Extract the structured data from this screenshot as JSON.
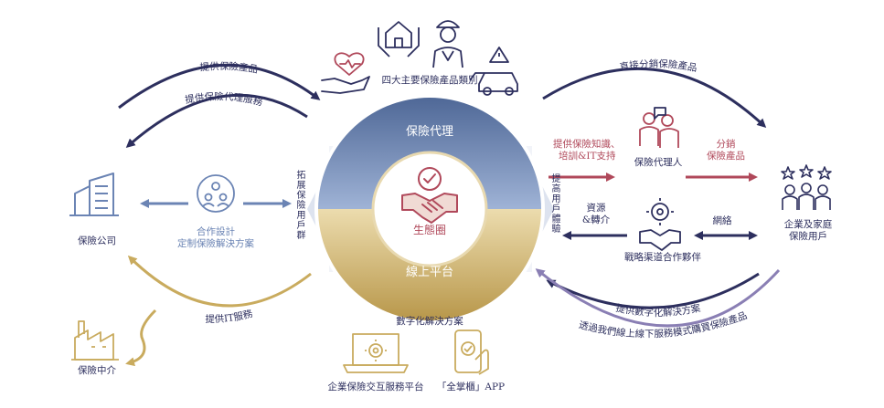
{
  "center": {
    "top_label": "保險代理",
    "middle_label": "生態圈",
    "bottom_label": "線上平台",
    "top_color": "#5f79a8",
    "bottom_color": "#c9ab5e"
  },
  "top_banner": "四大主要保險產品類別",
  "bottom_banner": "數字化解決方案",
  "left_vertical": "拓展保險用戶群",
  "right_vertical": "提高用戶體驗",
  "left": {
    "company": "保險公司",
    "broker": "保險中介",
    "cooperation_line1": "合作設計",
    "cooperation_line2": "定制保險解決方案",
    "arc_top_1": "提供保險產品",
    "arc_top_2": "提供保險代理服務",
    "arc_bottom": "提供IT服務"
  },
  "right": {
    "arc_top": "直接分銷保險產品",
    "support_line1": "提供保險知識、",
    "support_line2": "培訓&IT支持",
    "agent": "保險代理人",
    "distribute_line1": "分銷",
    "distribute_line2": "保險產品",
    "resource_line1": "資源",
    "resource_line2": "&轉介",
    "partner": "戰略渠道合作夥伴",
    "network": "網絡",
    "users_line1": "企業及家庭",
    "users_line2": "保險用戶",
    "arc_bottom_1": "提供數字化解決方案",
    "arc_bottom_2": "透過我們線上線下服務模式購買保險產品"
  },
  "bottom": {
    "platform": "企業保險交互服務平台",
    "app": "「全掌櫃」APP"
  },
  "colors": {
    "navy": "#2d2f5e",
    "blue": "#6b84b4",
    "gold": "#c9ab5e",
    "red": "#b0485a",
    "purple": "#8a7fb4"
  },
  "icons": [
    "heart-hand-icon",
    "house-hands-icon",
    "worker-icon",
    "car-accident-icon",
    "building-icon",
    "people-cycle-icon",
    "factory-icon",
    "handshake-icon",
    "agents-icon",
    "gear-handshake-icon",
    "family-stars-icon",
    "laptop-gear-icon",
    "phone-app-icon"
  ]
}
